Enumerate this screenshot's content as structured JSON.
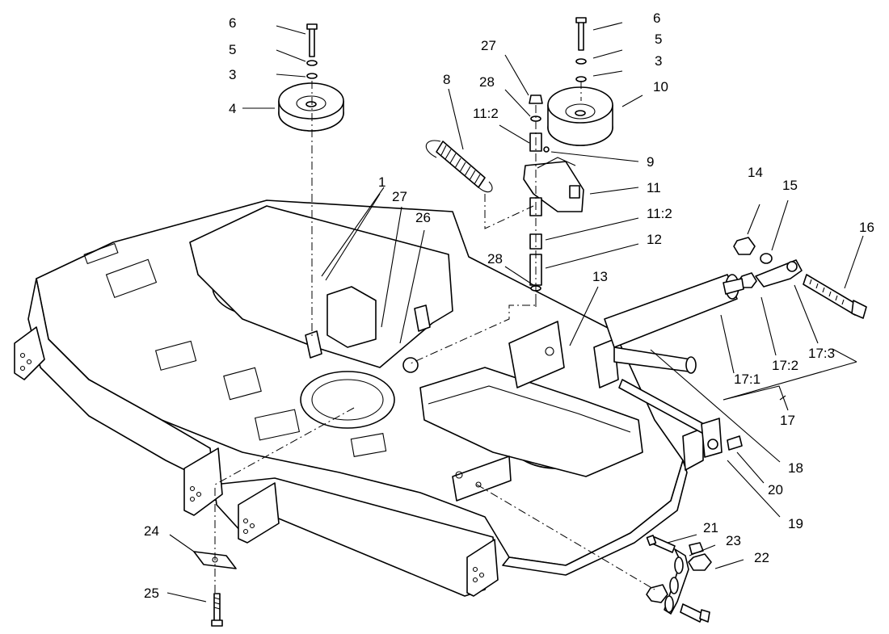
{
  "callouts": [
    {
      "id": "c1",
      "text": "6"
    },
    {
      "id": "c2",
      "text": "5"
    },
    {
      "id": "c3",
      "text": "3"
    },
    {
      "id": "c4",
      "text": "4"
    },
    {
      "id": "c5",
      "text": "6"
    },
    {
      "id": "c6",
      "text": "5"
    },
    {
      "id": "c7",
      "text": "3"
    },
    {
      "id": "c8",
      "text": "10"
    },
    {
      "id": "c9",
      "text": "27"
    },
    {
      "id": "c10",
      "text": "28"
    },
    {
      "id": "c11",
      "text": "11:2"
    },
    {
      "id": "c12",
      "text": "8"
    },
    {
      "id": "c13",
      "text": "9"
    },
    {
      "id": "c14",
      "text": "11"
    },
    {
      "id": "c15",
      "text": "11:2"
    },
    {
      "id": "c16",
      "text": "12"
    },
    {
      "id": "c17",
      "text": "28"
    },
    {
      "id": "c18",
      "text": "1"
    },
    {
      "id": "c19",
      "text": "27"
    },
    {
      "id": "c20",
      "text": "26"
    },
    {
      "id": "c21",
      "text": "13"
    },
    {
      "id": "c22",
      "text": "14"
    },
    {
      "id": "c23",
      "text": "15"
    },
    {
      "id": "c24",
      "text": "16"
    },
    {
      "id": "c25",
      "text": "17:1"
    },
    {
      "id": "c26",
      "text": "17:2"
    },
    {
      "id": "c27",
      "text": "17:3"
    },
    {
      "id": "c28",
      "text": "17"
    },
    {
      "id": "c29",
      "text": "18"
    },
    {
      "id": "c30",
      "text": "20"
    },
    {
      "id": "c31",
      "text": "19"
    },
    {
      "id": "c32",
      "text": "21"
    },
    {
      "id": "c33",
      "text": "23"
    },
    {
      "id": "c34",
      "text": "22"
    },
    {
      "id": "c35",
      "text": "24"
    },
    {
      "id": "c36",
      "text": "25"
    }
  ]
}
